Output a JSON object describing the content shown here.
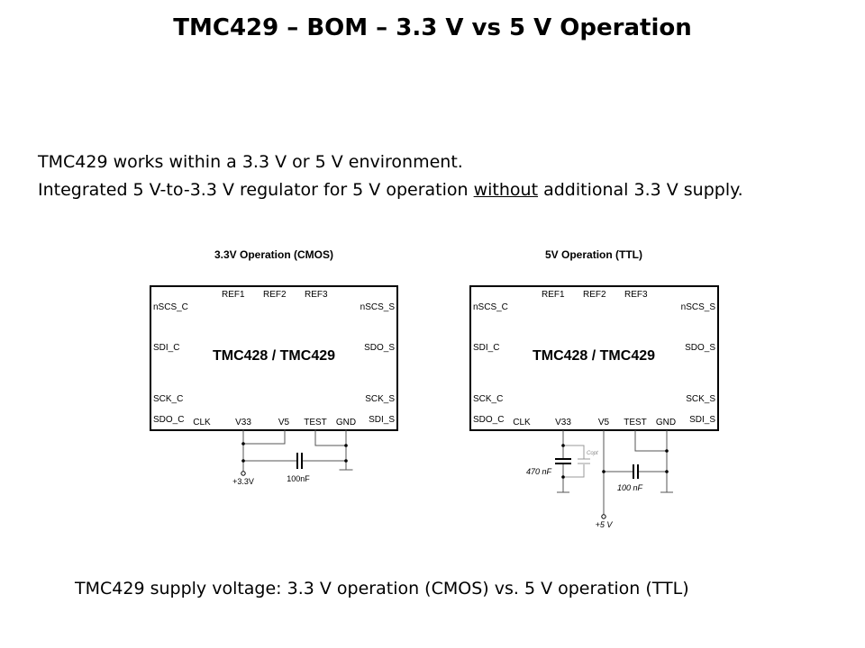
{
  "title": "TMC429 – BOM – 3.3 V vs 5 V Operation",
  "body": {
    "line1": "TMC429 works within a 3.3 V or 5 V environment.",
    "line2_pre": "Integrated 5 V-to-3.3 V regulator for 5 V operation ",
    "line2_underlined": "without",
    "line2_post": " additional 3.3 V supply."
  },
  "diagrams": [
    {
      "heading": "3.3V Operation (CMOS)",
      "chip": "TMC428 / TMC429",
      "pins": {
        "ref1": "REF1",
        "ref2": "REF2",
        "ref3": "REF3",
        "nscs_c": "nSCS_C",
        "nscs_s": "nSCS_S",
        "sdi_c": "SDI_C",
        "sdo_s": "SDO_S",
        "sck_c": "SCK_C",
        "sck_s": "SCK_S",
        "sdo_c": "SDO_C",
        "sdi_s": "SDI_S",
        "clk": "CLK",
        "v33": "V33",
        "v5": "V5",
        "test": "TEST",
        "gnd": "GND"
      },
      "supply": "+3.3V",
      "cap": "100nF"
    },
    {
      "heading": "5V Operation (TTL)",
      "chip": "TMC428 / TMC429",
      "pins": {
        "ref1": "REF1",
        "ref2": "REF2",
        "ref3": "REF3",
        "nscs_c": "nSCS_C",
        "nscs_s": "nSCS_S",
        "sdi_c": "SDI_C",
        "sdo_s": "SDO_S",
        "sck_c": "SCK_C",
        "sck_s": "SCK_S",
        "sdo_c": "SDO_C",
        "sdi_s": "SDI_S",
        "clk": "CLK",
        "v33": "V33",
        "v5": "V5",
        "test": "TEST",
        "gnd": "GND"
      },
      "supply": "+5 V",
      "cap": "100 nF",
      "cap_v33": "470 nF",
      "cap_opt": "Copt"
    }
  ],
  "caption": "TMC429 supply voltage: 3.3 V operation (CMOS) vs. 5 V operation (TTL)"
}
